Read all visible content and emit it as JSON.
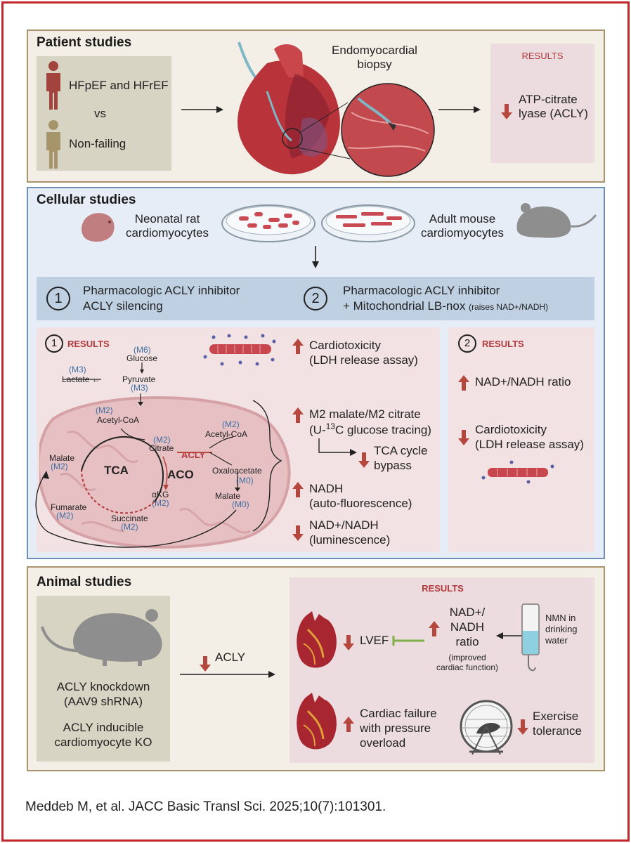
{
  "patient": {
    "title": "Patient studies",
    "group1": "HFpEF and HFrEF",
    "vs": "vs",
    "group2": "Non-failing",
    "biopsy": "Endomyocardial biopsy",
    "results_label": "RESULTS",
    "result": "ATP-citrate lyase (ACLY)"
  },
  "cellular": {
    "title": "Cellular studies",
    "neonatal": "Neonatal rat cardiomyocytes",
    "adult": "Adult mouse cardiomyocytes",
    "arm1_num": "1",
    "arm1_line1": "Pharmacologic ACLY inhibitor",
    "arm1_line2": "ACLY silencing",
    "arm2_num": "2",
    "arm2_line1": "Pharmacologic ACLY inhibitor",
    "arm2_line2": "+ Mitochondrial LB-nox",
    "arm2_note": "(raises NAD+/NADH)",
    "results1_label": "RESULTS",
    "cardiotox1_a": "Cardiotoxicity",
    "cardiotox1_b": "(LDH release assay)",
    "m2_a": "M2 malate/M2 citrate",
    "m2_b_pre": "(U-",
    "m2_b_sup": "13",
    "m2_b_post": "C glucose tracing)",
    "tca_bypass_a": "TCA cycle",
    "tca_bypass_b": "bypass",
    "nadh_a": "NADH",
    "nadh_b": "(auto-fluorescence)",
    "ratio_a": "NAD+/NADH",
    "ratio_b": "(luminescence)",
    "results2_label": "RESULTS",
    "r2_ratio": "NAD+/NADH ratio",
    "r2_cardiotox_a": "Cardiotoxicity",
    "r2_cardiotox_b": "(LDH release assay)",
    "pathway": {
      "m6": "(M6)",
      "glucose": "Glucose",
      "m3_lac": "(M3)",
      "lactate": "Lactate ←",
      "pyruvate": "Pyruvate",
      "m3_pyr": "(M3)",
      "m2_acoa": "(M2)",
      "acetylcoa": "Acetyl-CoA",
      "m2_cit": "(M2)",
      "citrate": "Citrate",
      "acly": "ACLY",
      "m2_acoa2": "(M2)",
      "acetylcoa2": "Acetyl-CoA",
      "tca": "TCA",
      "aco": "ACO",
      "oxaloacetate": "Oxaloacetate",
      "m0_oaa": "(M0)",
      "malate2": "Malate",
      "m0_mal": "(M0)",
      "akg": "αKG",
      "m2_akg": "(M2)",
      "malate": "Malate",
      "m2_mal": "(M2)",
      "fumarate": "Fumarate",
      "m2_fum": "(M2)",
      "succinate": "Succinate",
      "m2_suc": "(M2)"
    }
  },
  "animal": {
    "title": "Animal studies",
    "model1_a": "ACLY knockdown",
    "model1_b": "(AAV9 shRNA)",
    "model2_a": "ACLY inducible",
    "model2_b": "cardiomyocyte KO",
    "acly": "ACLY",
    "results_label": "RESULTS",
    "lvef": "LVEF",
    "nad_a": "NAD+/",
    "nad_b": "NADH",
    "nad_c": "ratio",
    "nad_note_a": "(improved",
    "nad_note_b": "cardiac function)",
    "nmn_a": "NMN in",
    "nmn_b": "drinking",
    "nmn_c": "water",
    "failure_a": "Cardiac failure",
    "failure_b": "with pressure",
    "failure_c": "overload",
    "exercise_a": "Exercise",
    "exercise_b": "tolerance"
  },
  "citation": "Meddeb M, et al. JACC Basic Transl Sci. 2025;10(7):101301.",
  "colors": {
    "frame": "#c0282d",
    "arrow": "#b5473f",
    "results": "#b3383b",
    "isotope": "#3d6fa3"
  }
}
